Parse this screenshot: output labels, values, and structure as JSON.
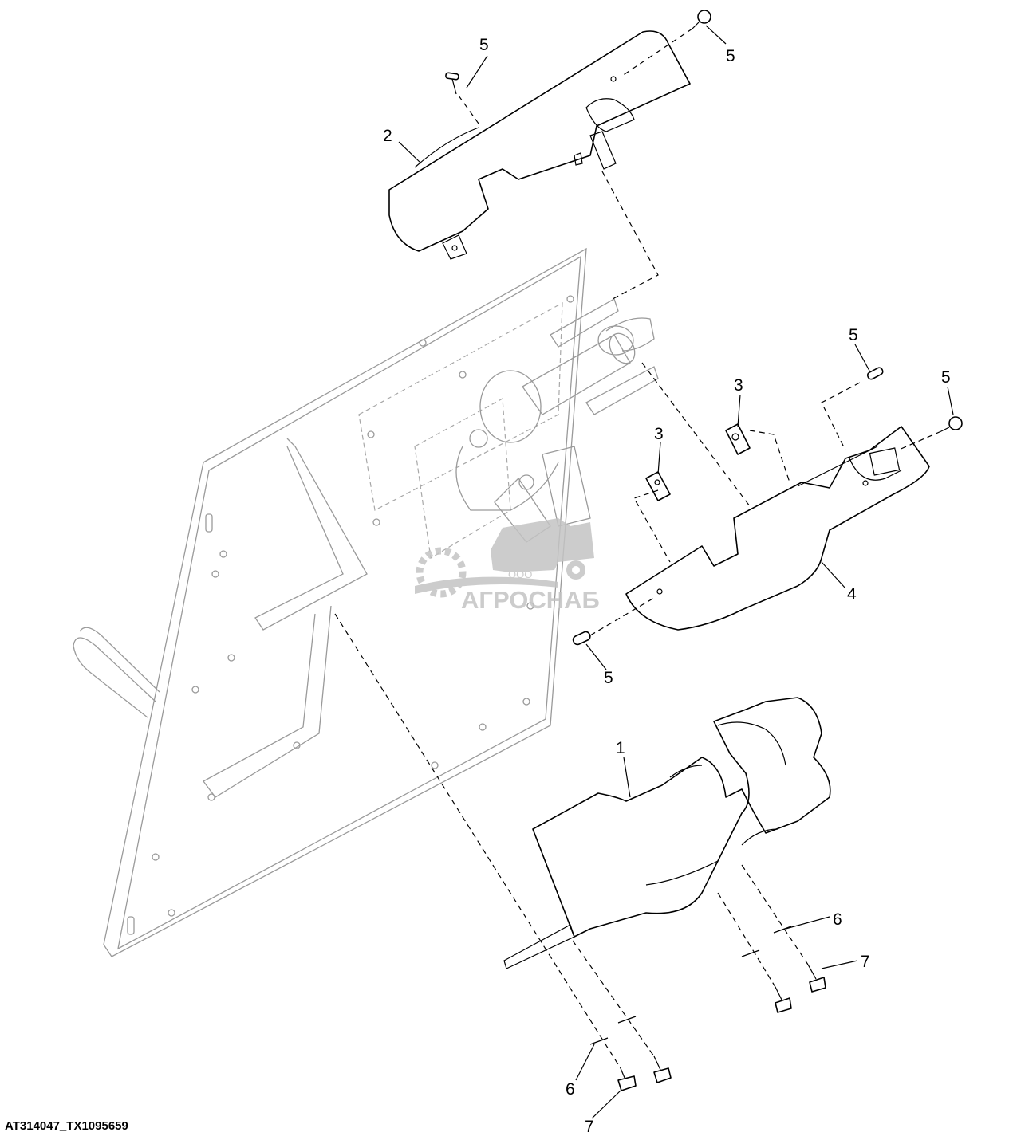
{
  "figure_id": "AT314047_TX1095659",
  "watermark": {
    "prefix": "ООО",
    "name": "АГРОСНАБ",
    "color": "#c4c4c4"
  },
  "callouts": [
    {
      "id": "c1",
      "label": "1"
    },
    {
      "id": "c2",
      "label": "2"
    },
    {
      "id": "c3a",
      "label": "3"
    },
    {
      "id": "c3b",
      "label": "3"
    },
    {
      "id": "c4",
      "label": "4"
    },
    {
      "id": "c5a",
      "label": "5"
    },
    {
      "id": "c5b",
      "label": "5"
    },
    {
      "id": "c5c",
      "label": "5"
    },
    {
      "id": "c5d",
      "label": "5"
    },
    {
      "id": "c5e",
      "label": "5"
    },
    {
      "id": "c6a",
      "label": "6"
    },
    {
      "id": "c6b",
      "label": "6"
    },
    {
      "id": "c7a",
      "label": "7"
    },
    {
      "id": "c7b",
      "label": "7"
    }
  ]
}
